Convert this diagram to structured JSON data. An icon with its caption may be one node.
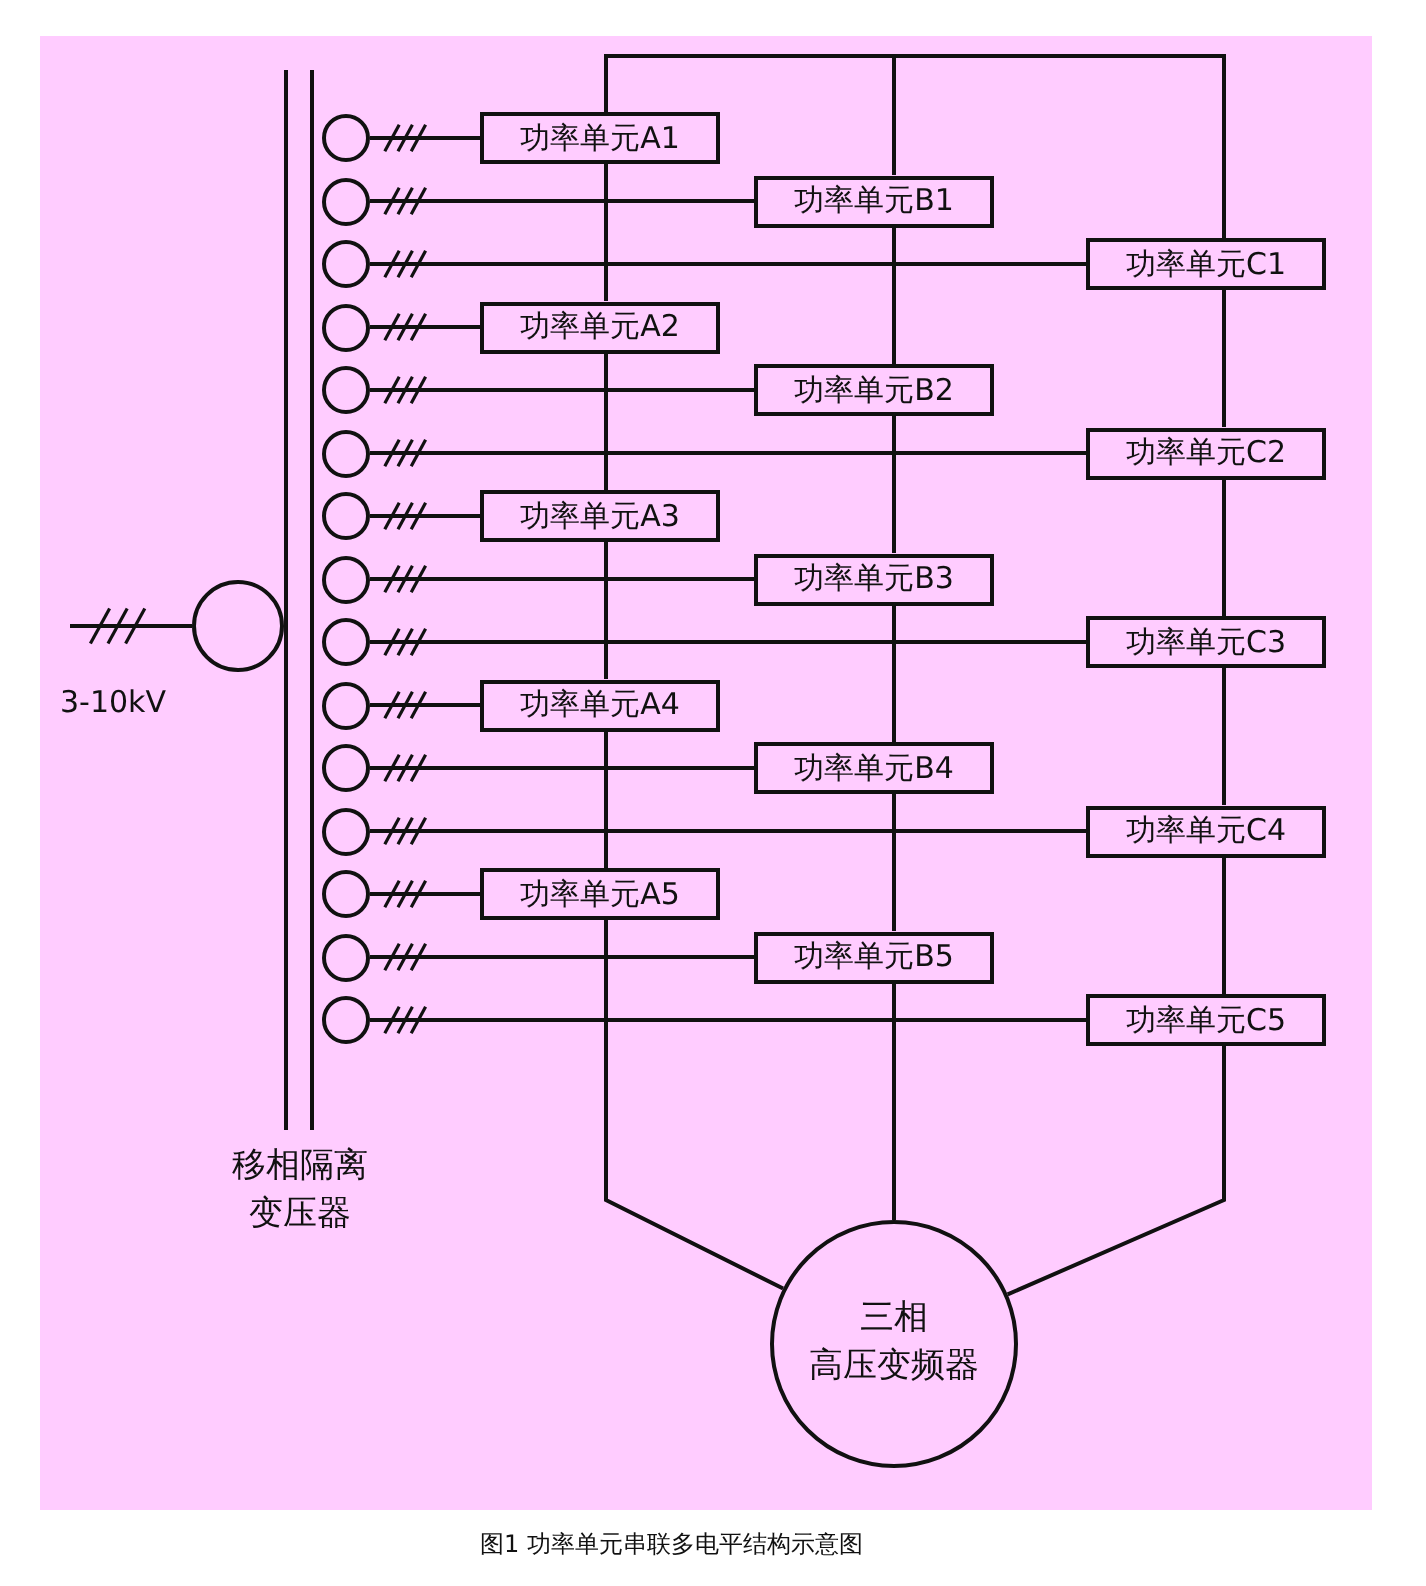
{
  "diagram": {
    "caption": "图1 功率单元串联多电平结构示意图",
    "nodes": [
      {
        "text": [],
        "shape": "circle"
      },
      {
        "text": [],
        "shape": "circle"
      },
      {
        "text": [],
        "shape": "circle"
      },
      {
        "text": [],
        "shape": "circle"
      },
      {
        "text": [],
        "shape": "circle"
      },
      {
        "text": [],
        "shape": "circle"
      },
      {
        "text": [],
        "shape": "circle"
      },
      {
        "text": [],
        "shape": "circle"
      },
      {
        "text": [],
        "shape": "circle"
      },
      {
        "text": [],
        "shape": "circle"
      },
      {
        "text": [],
        "shape": "circle"
      },
      {
        "text": [],
        "shape": "circle"
      },
      {
        "text": [],
        "shape": "circle"
      },
      {
        "text": [],
        "shape": "circle"
      },
      {
        "text": [],
        "shape": "circle"
      },
      {
        "text": [],
        "shape": "circle"
      },
      {
        "text": [
          "功率单元A1"
        ]
      },
      {
        "text": [
          "功率单元B1"
        ]
      },
      {
        "text": [
          "功率单元C1"
        ]
      },
      {
        "text": [
          "功率单元A2"
        ]
      },
      {
        "text": [
          "功率单元B2"
        ]
      },
      {
        "text": [
          "功率单元C2"
        ]
      },
      {
        "text": [
          "功率单元A3"
        ]
      },
      {
        "text": [
          "功率单元B3"
        ]
      },
      {
        "text": [
          "功率单元C3"
        ]
      },
      {
        "text": [
          "功率单元A4"
        ]
      },
      {
        "text": [
          "功率单元B4"
        ]
      },
      {
        "text": [
          "功率单元C4"
        ]
      },
      {
        "text": [
          "功率单元A5"
        ]
      },
      {
        "text": [
          "功率单元B5"
        ]
      },
      {
        "text": [
          "功率单元C5"
        ]
      },
      {
        "text": [
          "三相",
          "高压变频器"
        ]
      }
    ],
    "edges": [
      {
        "from": null,
        "to": 0,
        "arrow": "none"
      },
      {
        "from": 1,
        "to": 16,
        "arrow": "none"
      },
      {
        "from": 2,
        "to": 17,
        "arrow": "none"
      },
      {
        "from": 3,
        "to": 18,
        "arrow": "none"
      },
      {
        "from": 4,
        "to": 19,
        "arrow": "none"
      },
      {
        "from": 5,
        "to": 20,
        "arrow": "none"
      },
      {
        "from": 6,
        "to": 21,
        "arrow": "none"
      },
      {
        "from": 7,
        "to": 22,
        "arrow": "none"
      },
      {
        "from": 8,
        "to": 23,
        "arrow": "none"
      },
      {
        "from": 9,
        "to": 24,
        "arrow": "none"
      },
      {
        "from": 10,
        "to": 25,
        "arrow": "none"
      },
      {
        "from": 11,
        "to": 26,
        "arrow": "none"
      },
      {
        "from": 12,
        "to": 27,
        "arrow": "none"
      },
      {
        "from": 13,
        "to": 28,
        "arrow": "none"
      },
      {
        "from": 14,
        "to": 29,
        "arrow": "none"
      },
      {
        "from": 15,
        "to": 30,
        "arrow": "none"
      },
      {
        "from": 16,
        "to": 17,
        "arrow": "none"
      },
      {
        "from": 17,
        "to": 18,
        "arrow": "none"
      },
      {
        "from": 16,
        "to": 19,
        "arrow": "none"
      },
      {
        "from": 19,
        "to": 22,
        "arrow": "none"
      },
      {
        "from": 22,
        "to": 25,
        "arrow": "none"
      },
      {
        "from": 25,
        "to": 28,
        "arrow": "none"
      },
      {
        "from": 28,
        "to": 31,
        "arrow": "none"
      },
      {
        "from": 17,
        "to": 20,
        "arrow": "none"
      },
      {
        "from": 20,
        "to": 23,
        "arrow": "none"
      },
      {
        "from": 23,
        "to": 26,
        "arrow": "none"
      },
      {
        "from": 26,
        "to": 29,
        "arrow": "none"
      },
      {
        "from": 29,
        "to": 31,
        "arrow": "none"
      },
      {
        "from": 18,
        "to": 21,
        "arrow": "none"
      },
      {
        "from": 21,
        "to": 24,
        "arrow": "none"
      },
      {
        "from": 24,
        "to": 27,
        "arrow": "none"
      },
      {
        "from": 27,
        "to": 30,
        "arrow": "none"
      },
      {
        "from": 30,
        "to": 31,
        "arrow": "none"
      }
    ],
    "labels": [
      "3-10kV",
      "移相隔离变压器"
    ]
  }
}
